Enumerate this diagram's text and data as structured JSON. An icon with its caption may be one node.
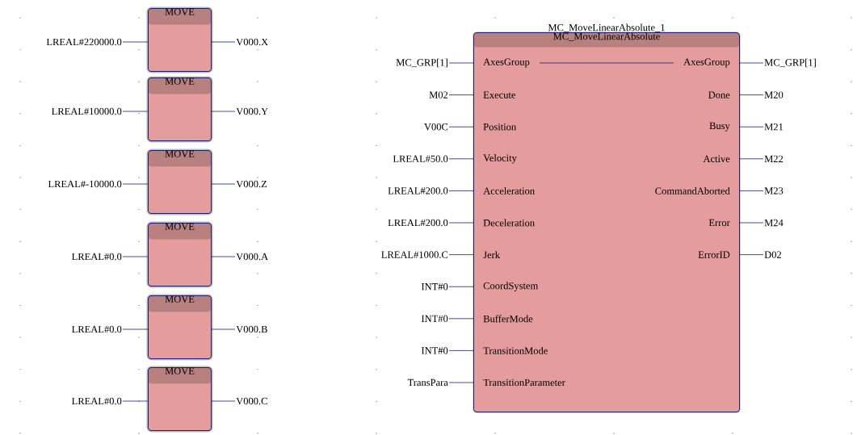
{
  "diagram": {
    "nodes": [
      {
        "text": [
          "LREAL#220000.0"
        ]
      },
      {
        "text": [
          "MOVE"
        ]
      },
      {
        "text": [
          "V000.X"
        ]
      },
      {
        "text": [
          "LREAL#10000.0"
        ]
      },
      {
        "text": [
          "MOVE"
        ]
      },
      {
        "text": [
          "V000.Y"
        ]
      },
      {
        "text": [
          "LREAL#-10000.0"
        ]
      },
      {
        "text": [
          "MOVE"
        ]
      },
      {
        "text": [
          "V000.Z"
        ]
      },
      {
        "text": [
          "LREAL#0.0"
        ]
      },
      {
        "text": [
          "MOVE"
        ]
      },
      {
        "text": [
          "V000.A"
        ]
      },
      {
        "text": [
          "LREAL#0.0"
        ]
      },
      {
        "text": [
          "MOVE"
        ]
      },
      {
        "text": [
          "V000.B"
        ]
      },
      {
        "text": [
          "LREAL#0.0"
        ]
      },
      {
        "text": [
          "MOVE"
        ]
      },
      {
        "text": [
          "V000.C"
        ]
      },
      {
        "text": [
          "MC_MoveLinearAbsolute_1",
          "MC_MoveLinearAbsolute"
        ]
      },
      {
        "text": [
          "AxesGroup"
        ],
        "in": 18
      },
      {
        "text": [
          "Execute"
        ],
        "in": 18
      },
      {
        "text": [
          "Position"
        ],
        "in": 18
      },
      {
        "text": [
          "Velocity"
        ],
        "in": 18
      },
      {
        "text": [
          "Acceleration"
        ],
        "in": 18
      },
      {
        "text": [
          "Deceleration"
        ],
        "in": 18
      },
      {
        "text": [
          "Jerk"
        ],
        "in": 18
      },
      {
        "text": [
          "CoordSystem"
        ],
        "in": 18
      },
      {
        "text": [
          "BufferMode"
        ],
        "in": 18
      },
      {
        "text": [
          "TransitionMode"
        ],
        "in": 18
      },
      {
        "text": [
          "TransitionParameter"
        ],
        "in": 18
      },
      {
        "text": [
          "AxesGroup"
        ],
        "in": 18
      },
      {
        "text": [
          "Done"
        ],
        "in": 18
      },
      {
        "text": [
          "Busy"
        ],
        "in": 18
      },
      {
        "text": [
          "Active"
        ],
        "in": 18
      },
      {
        "text": [
          "CommandAborted"
        ],
        "in": 18
      },
      {
        "text": [
          "Error"
        ],
        "in": 18
      },
      {
        "text": [
          "ErrorID"
        ],
        "in": 18
      },
      {
        "text": [
          "MC_GRP[1]"
        ]
      },
      {
        "text": [
          "M02"
        ]
      },
      {
        "text": [
          "V00C"
        ]
      },
      {
        "text": [
          "LREAL#50.0"
        ]
      },
      {
        "text": [
          "LREAL#200.0"
        ]
      },
      {
        "text": [
          "LREAL#200.0"
        ]
      },
      {
        "text": [
          "LREAL#1000.C"
        ]
      },
      {
        "text": [
          "INT#0"
        ]
      },
      {
        "text": [
          "INT#0"
        ]
      },
      {
        "text": [
          "INT#0"
        ]
      },
      {
        "text": [
          "TransPara"
        ]
      },
      {
        "text": [
          "MC_GRP[1]"
        ]
      },
      {
        "text": [
          "M20"
        ]
      },
      {
        "text": [
          "M21"
        ]
      },
      {
        "text": [
          "M22"
        ]
      },
      {
        "text": [
          "M23"
        ]
      },
      {
        "text": [
          "M24"
        ]
      },
      {
        "text": [
          "D02"
        ]
      }
    ],
    "edges": [
      {
        "from": 0,
        "to": 1,
        "arrow": "none"
      },
      {
        "from": 1,
        "to": 2,
        "arrow": "none"
      },
      {
        "from": 3,
        "to": 4,
        "arrow": "none"
      },
      {
        "from": 4,
        "to": 5,
        "arrow": "none"
      },
      {
        "from": 6,
        "to": 7,
        "arrow": "none"
      },
      {
        "from": 7,
        "to": 8,
        "arrow": "none"
      },
      {
        "from": 9,
        "to": 10,
        "arrow": "none"
      },
      {
        "from": 10,
        "to": 11,
        "arrow": "none"
      },
      {
        "from": 12,
        "to": 13,
        "arrow": "none"
      },
      {
        "from": 13,
        "to": 14,
        "arrow": "none"
      },
      {
        "from": 15,
        "to": 16,
        "arrow": "none"
      },
      {
        "from": 16,
        "to": 17,
        "arrow": "none"
      },
      {
        "from": 37,
        "to": 19,
        "arrow": "none"
      },
      {
        "from": 38,
        "to": 20,
        "arrow": "none"
      },
      {
        "from": 39,
        "to": 21,
        "arrow": "none"
      },
      {
        "from": 40,
        "to": 22,
        "arrow": "none"
      },
      {
        "from": 41,
        "to": 23,
        "arrow": "none"
      },
      {
        "from": 42,
        "to": 24,
        "arrow": "none"
      },
      {
        "from": 43,
        "to": 25,
        "arrow": "none"
      },
      {
        "from": 44,
        "to": 26,
        "arrow": "none"
      },
      {
        "from": 45,
        "to": 27,
        "arrow": "none"
      },
      {
        "from": 46,
        "to": 28,
        "arrow": "none"
      },
      {
        "from": 47,
        "to": 29,
        "arrow": "none"
      },
      {
        "from": 19,
        "to": 30,
        "arrow": "none"
      },
      {
        "from": 30,
        "to": 48,
        "arrow": "none"
      },
      {
        "from": 31,
        "to": 49,
        "arrow": "none"
      },
      {
        "from": 32,
        "to": 50,
        "arrow": "none"
      },
      {
        "from": 33,
        "to": 51,
        "arrow": "none"
      },
      {
        "from": 34,
        "to": 52,
        "arrow": "none"
      },
      {
        "from": 35,
        "to": 53,
        "arrow": "none"
      },
      {
        "from": 36,
        "to": 54,
        "arrow": "none"
      }
    ]
  }
}
